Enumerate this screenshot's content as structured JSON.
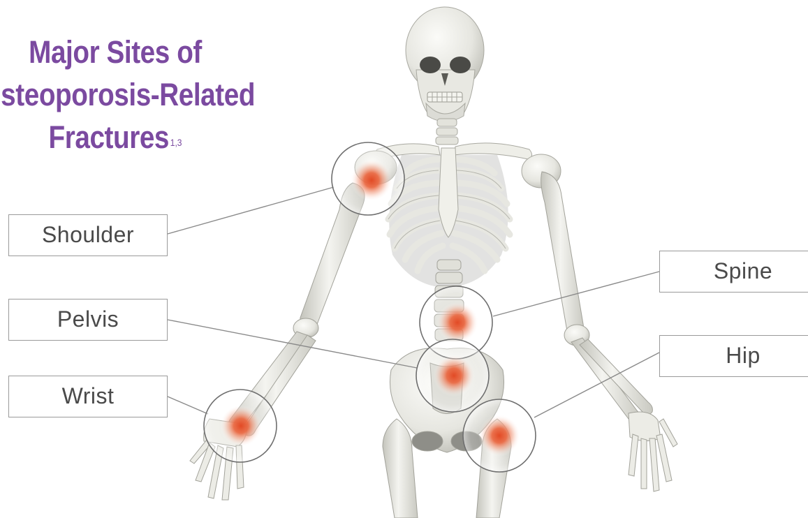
{
  "title": {
    "line1": "Major Sites of",
    "line2": "Osteoporosis-Related",
    "line3": "Fractures",
    "superscript": "1,3"
  },
  "labels": {
    "shoulder": "Shoulder",
    "pelvis": "Pelvis",
    "wrist": "Wrist",
    "spine": "Spine",
    "hip": "Hip"
  },
  "colors": {
    "title": "#7b4aa0",
    "hotspot": "#e8603a",
    "bone": "#ebebe6",
    "bone_shadow": "#b9b9b2",
    "label_border": "#9a9a9a",
    "label_text": "#4a4a4a"
  }
}
